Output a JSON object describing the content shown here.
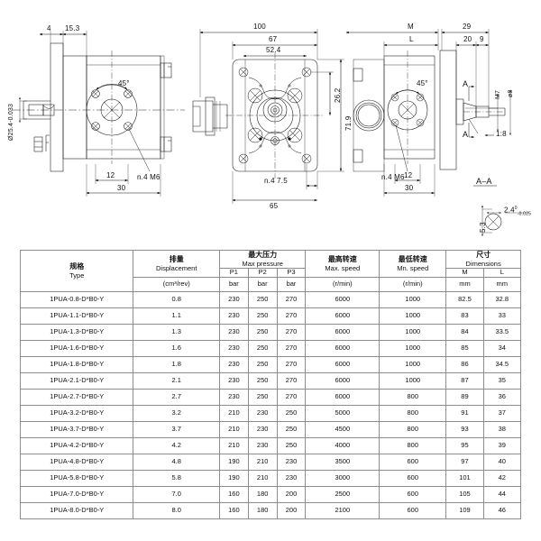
{
  "drawing": {
    "left_view": {
      "dims": [
        "4",
        "15.3",
        "45°",
        "12",
        "30",
        "n.4  M6"
      ],
      "shaft_label": "Ø25.4-0.033"
    },
    "center_view": {
      "dims": [
        "100",
        "67",
        "52.4",
        "26.2",
        "71.9",
        "n.4  7.5",
        "65"
      ]
    },
    "right_view": {
      "dims": [
        "M",
        "L",
        "29",
        "20",
        "9",
        "M7",
        "ø8",
        "45°",
        "12",
        "30",
        "n.4  M6"
      ],
      "taper": "1:8",
      "section_arrows": [
        "A",
        "A"
      ],
      "section_title": "A–A",
      "section_dims": [
        "5.3",
        "2.4"
      ],
      "section_tolerance_top": "0",
      "section_tolerance_bottom": "-0.025"
    }
  },
  "table": {
    "headers": [
      {
        "cn": "规格",
        "en": "Type"
      },
      {
        "cn": "排量",
        "en": "Displacement"
      },
      {
        "cn": "最大压力",
        "en": "Max  pressure"
      },
      {
        "cn": "最高转速",
        "en": "Max. speed"
      },
      {
        "cn": "最低转速",
        "en": "Mn. speed"
      },
      {
        "cn": "尺寸",
        "en": "Dimensions"
      }
    ],
    "sub_headers": {
      "p1": "P1",
      "p2": "P2",
      "p3": "P3",
      "m": "M",
      "l": "L"
    },
    "units": {
      "type": "",
      "displacement": "(cm³/rev)",
      "p1": "bar",
      "p2": "bar",
      "p3": "bar",
      "max_speed": "(r/min)",
      "min_speed": "(r/min)",
      "m": "mm",
      "l": "mm"
    },
    "rows": [
      {
        "type": "1PUA-0.8-D*B0-Y",
        "displacement": "0.8",
        "p1": "230",
        "p2": "250",
        "p3": "270",
        "max_speed": "6000",
        "min_speed": "1000",
        "m": "82.5",
        "l": "32.8"
      },
      {
        "type": "1PUA-1.1-D*B0-Y",
        "displacement": "1.1",
        "p1": "230",
        "p2": "250",
        "p3": "270",
        "max_speed": "6000",
        "min_speed": "1000",
        "m": "83",
        "l": "33"
      },
      {
        "type": "1PUA-1.3-D*B0-Y",
        "displacement": "1.3",
        "p1": "230",
        "p2": "250",
        "p3": "270",
        "max_speed": "6000",
        "min_speed": "1000",
        "m": "84",
        "l": "33.5"
      },
      {
        "type": "1PUA-1.6-D*B0-Y",
        "displacement": "1.6",
        "p1": "230",
        "p2": "250",
        "p3": "270",
        "max_speed": "6000",
        "min_speed": "1000",
        "m": "85",
        "l": "34"
      },
      {
        "type": "1PUA-1.8-D*B0-Y",
        "displacement": "1.8",
        "p1": "230",
        "p2": "250",
        "p3": "270",
        "max_speed": "6000",
        "min_speed": "1000",
        "m": "86",
        "l": "34.5"
      },
      {
        "type": "1PUA-2.1-D*B0-Y",
        "displacement": "2.1",
        "p1": "230",
        "p2": "250",
        "p3": "270",
        "max_speed": "6000",
        "min_speed": "1000",
        "m": "87",
        "l": "35"
      },
      {
        "type": "1PUA-2.7-D*B0-Y",
        "displacement": "2.7",
        "p1": "230",
        "p2": "250",
        "p3": "270",
        "max_speed": "6000",
        "min_speed": "800",
        "m": "89",
        "l": "36"
      },
      {
        "type": "1PUA-3.2-D*B0-Y",
        "displacement": "3.2",
        "p1": "210",
        "p2": "230",
        "p3": "250",
        "max_speed": "5000",
        "min_speed": "800",
        "m": "91",
        "l": "37"
      },
      {
        "type": "1PUA-3.7-D*B0-Y",
        "displacement": "3.7",
        "p1": "210",
        "p2": "230",
        "p3": "250",
        "max_speed": "4500",
        "min_speed": "800",
        "m": "93",
        "l": "38"
      },
      {
        "type": "1PUA-4.2-D*B0-Y",
        "displacement": "4.2",
        "p1": "210",
        "p2": "230",
        "p3": "250",
        "max_speed": "4000",
        "min_speed": "800",
        "m": "95",
        "l": "39"
      },
      {
        "type": "1PUA-4.8-D*B0-Y",
        "displacement": "4.8",
        "p1": "190",
        "p2": "210",
        "p3": "230",
        "max_speed": "3500",
        "min_speed": "600",
        "m": "97",
        "l": "40"
      },
      {
        "type": "1PUA-5.8-D*B0-Y",
        "displacement": "5.8",
        "p1": "190",
        "p2": "210",
        "p3": "230",
        "max_speed": "3000",
        "min_speed": "600",
        "m": "101",
        "l": "42"
      },
      {
        "type": "1PUA-7.0-D*B0-Y",
        "displacement": "7.0",
        "p1": "160",
        "p2": "180",
        "p3": "200",
        "max_speed": "2500",
        "min_speed": "600",
        "m": "105",
        "l": "44"
      },
      {
        "type": "1PUA-8.0-D*B0-Y",
        "displacement": "8.0",
        "p1": "160",
        "p2": "180",
        "p3": "200",
        "max_speed": "2100",
        "min_speed": "600",
        "m": "109",
        "l": "46"
      }
    ]
  }
}
